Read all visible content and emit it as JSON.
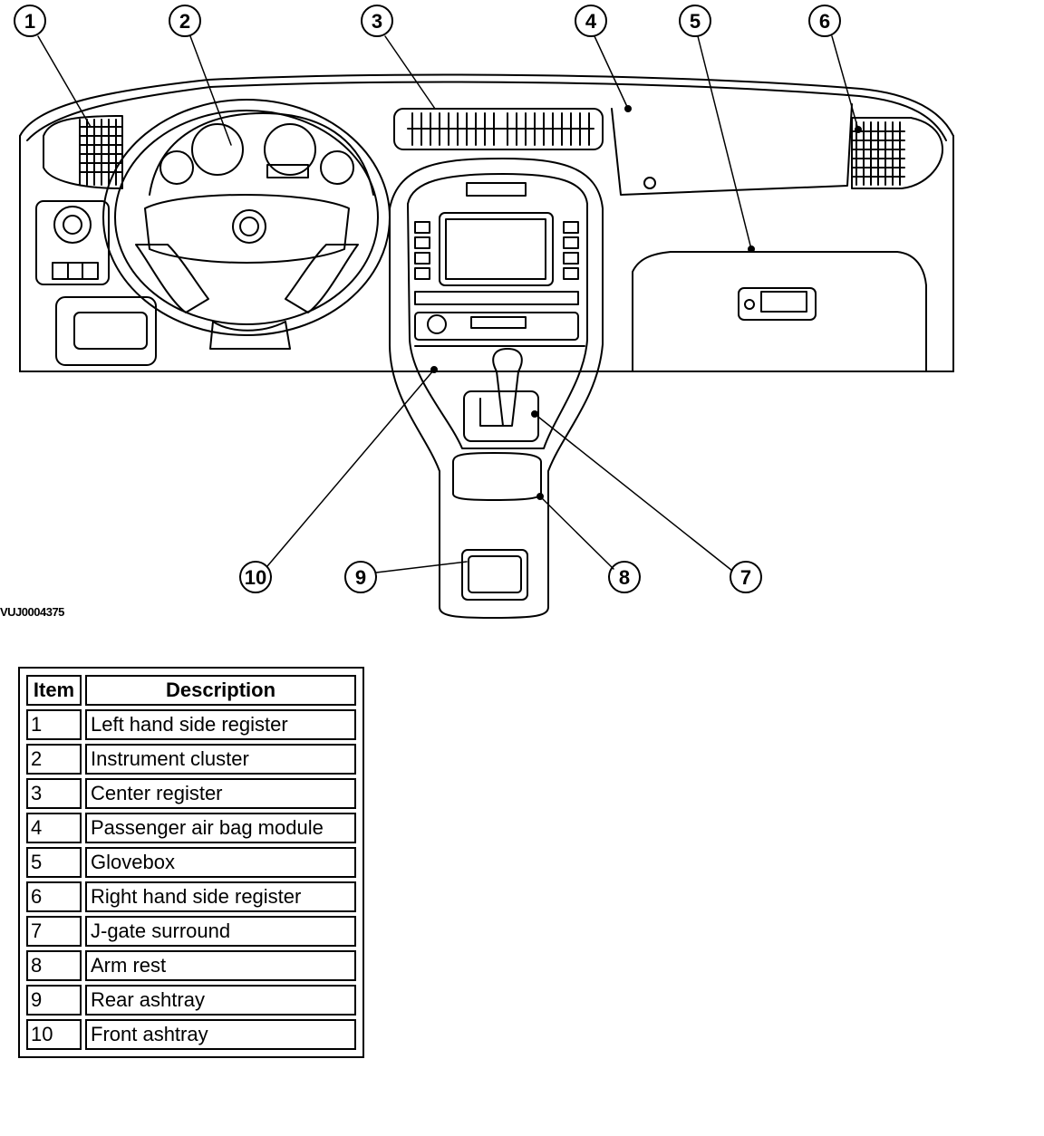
{
  "figure_id": "VUJ0004375",
  "callouts": [
    "1",
    "2",
    "3",
    "4",
    "5",
    "6",
    "7",
    "8",
    "9",
    "10"
  ],
  "legend": {
    "headers": {
      "item": "Item",
      "description": "Description"
    },
    "rows": [
      {
        "item": "1",
        "description": "Left hand side register"
      },
      {
        "item": "2",
        "description": "Instrument cluster"
      },
      {
        "item": "3",
        "description": "Center register"
      },
      {
        "item": "4",
        "description": "Passenger air bag module"
      },
      {
        "item": "5",
        "description": "Glovebox"
      },
      {
        "item": "6",
        "description": "Right hand side register"
      },
      {
        "item": "7",
        "description": "J-gate surround"
      },
      {
        "item": "8",
        "description": "Arm rest"
      },
      {
        "item": "9",
        "description": "Rear ashtray"
      },
      {
        "item": "10",
        "description": "Front ashtray"
      }
    ]
  }
}
